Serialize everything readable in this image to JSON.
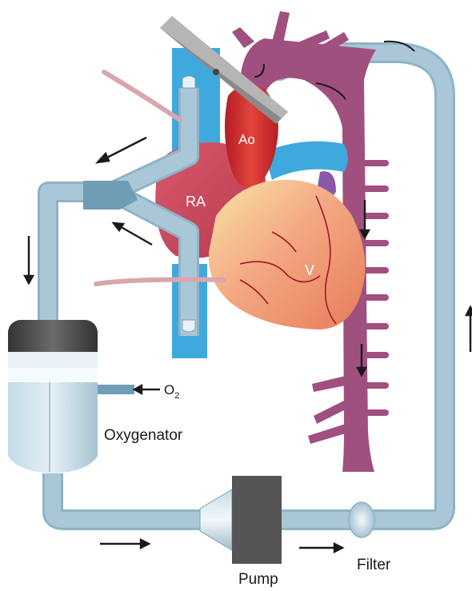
{
  "labels": {
    "aorta": "Ao",
    "right_atrium": "RA",
    "ventricle": "V",
    "oxygen_main": "O",
    "oxygen_sub": "2",
    "oxygenator": "Oxygenator",
    "pump": "Pump",
    "filter": "Filter"
  },
  "colors": {
    "tube": "#a9c7d6",
    "tube_edge": "#8fb3c6",
    "aorta_purple": "#a0507f",
    "vein_blue": "#3fa9de",
    "atrium_red": "#cf4a5c",
    "aorta_red": "#c8282e",
    "ventricle_peach": "#f1a27e",
    "pump_dark": "#555555",
    "oxygenator_cap": "#4a4a4a"
  }
}
